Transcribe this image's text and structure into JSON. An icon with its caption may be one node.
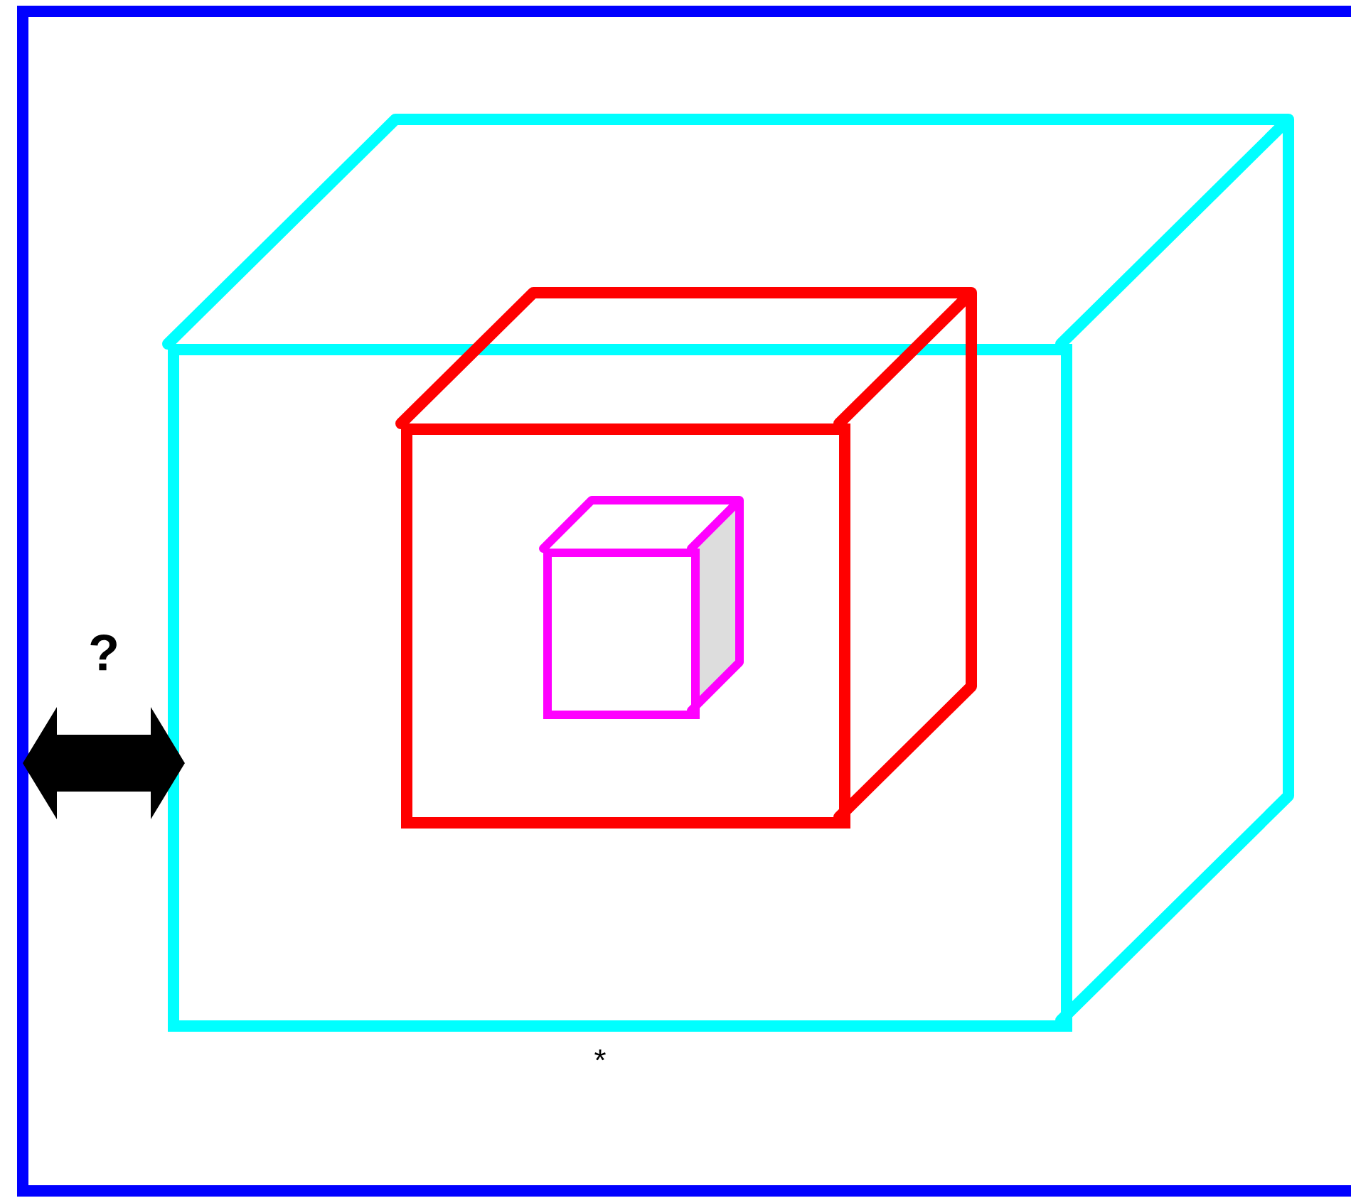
{
  "diagram": {
    "nodes": [
      {
        "text": [],
        "shape": "box"
      },
      {
        "text": [],
        "shape": "cube",
        "in": 0
      },
      {
        "text": [],
        "shape": "cube",
        "in": 1
      },
      {
        "text": [],
        "shape": "cube",
        "in": 2
      }
    ],
    "edges": [
      {
        "from": 0,
        "to": 1,
        "arrow": "both",
        "label": "?"
      }
    ],
    "labels": [
      "*"
    ]
  }
}
